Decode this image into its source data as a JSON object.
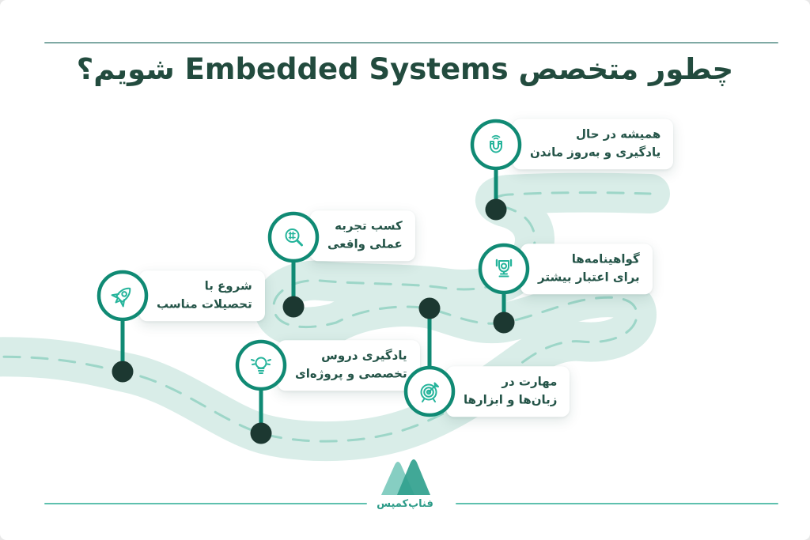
{
  "title": "چطور متخصص Embedded Systems شویم؟",
  "milestones": [
    {
      "id": "start-education",
      "icon": "rocket-icon",
      "lines": [
        "شروع با",
        "تحصیلات مناسب"
      ]
    },
    {
      "id": "specialized-courses",
      "icon": "lightbulb-icon",
      "lines": [
        "یادگیری دروس",
        "تخصصی و پروژه‌ای"
      ]
    },
    {
      "id": "languages-tools",
      "icon": "target-icon",
      "lines": [
        "مهارت در",
        "زبان‌ها و ابزارها"
      ]
    },
    {
      "id": "practical-experience",
      "icon": "magnifier-icon",
      "lines": [
        "کسب تجربه",
        "عملی واقعی"
      ]
    },
    {
      "id": "certificates",
      "icon": "trophy-icon",
      "lines": [
        "گواهینامه‌ها",
        "برای اعتبار بیشتر"
      ]
    },
    {
      "id": "always-learning",
      "icon": "magnet-icon",
      "lines": [
        "همیشه در حال",
        "یادگیری و به‌روز ماندن"
      ]
    }
  ],
  "logo": {
    "brand": "فناپ‌کمپس"
  },
  "colors": {
    "road_fill": "#d9ede8",
    "road_dash": "#9dd6c8",
    "stem_and_ring": "#108a74",
    "icon_stroke": "#25b49b",
    "waypoint_dot": "#1c3831",
    "title_text": "#224b3e",
    "label_text": "#245448",
    "top_rule": "#7fa9a4",
    "bottom_rule": "#5ec0ae",
    "logo_light": "#86cec2",
    "logo_dark": "#31a18e",
    "background": "#ffffff"
  }
}
